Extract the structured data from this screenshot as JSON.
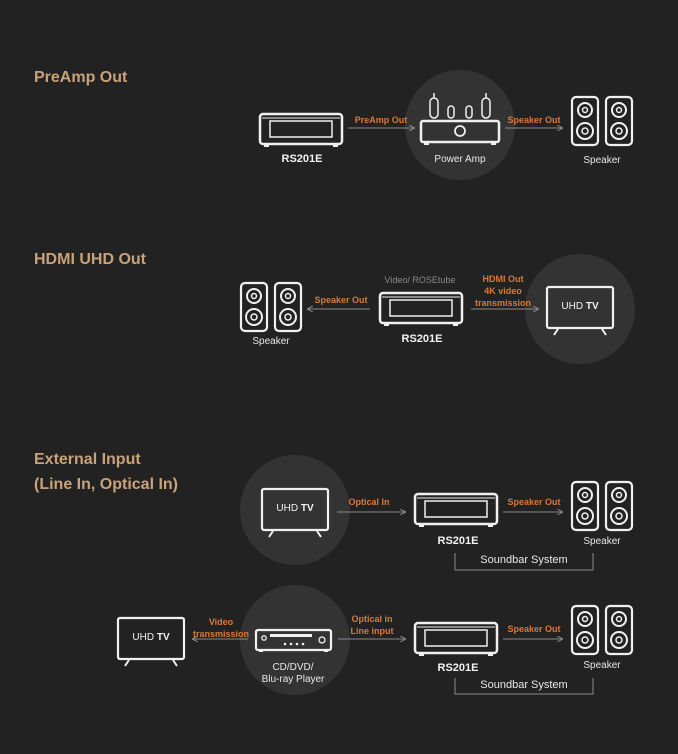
{
  "sections": {
    "preamp": {
      "title": "PreAmp Out",
      "device": "RS201E",
      "amp": "Power Amp",
      "speaker": "Speaker",
      "arrow1": "PreAmp Out",
      "arrow2": "Speaker Out"
    },
    "hdmi": {
      "title": "HDMI UHD Out",
      "device": "RS201E",
      "speaker": "Speaker",
      "source_note": "Video/ ROSEtube",
      "arrow_left": "Speaker Out",
      "arrow_right": "HDMI Out\n4K video\ntransmission",
      "tv_uhd": "UHD",
      "tv_tv": "TV"
    },
    "external": {
      "title_line1": "External Input",
      "title_line2": "(Line In, Optical In)",
      "row1": {
        "tv_uhd": "UHD",
        "tv_tv": "TV",
        "arrow1": "Optical In",
        "device": "RS201E",
        "arrow2": "Speaker Out",
        "speaker": "Speaker",
        "soundbar": "Soundbar System"
      },
      "row2": {
        "tv_uhd": "UHD",
        "tv_tv": "TV",
        "arrow_video": "Video\ntransmission",
        "player": "CD/DVD/\nBlu-ray Player",
        "arrow_in": "Optical in\nLine input",
        "device": "RS201E",
        "arrow_out": "Speaker Out",
        "speaker": "Speaker",
        "soundbar": "Soundbar System"
      }
    }
  },
  "colors": {
    "background": "#222222",
    "heading": "#c9a27a",
    "accent": "#d9793a",
    "circle": "#333333",
    "line": "#8a8a8a",
    "device": "#f0f0f0"
  }
}
